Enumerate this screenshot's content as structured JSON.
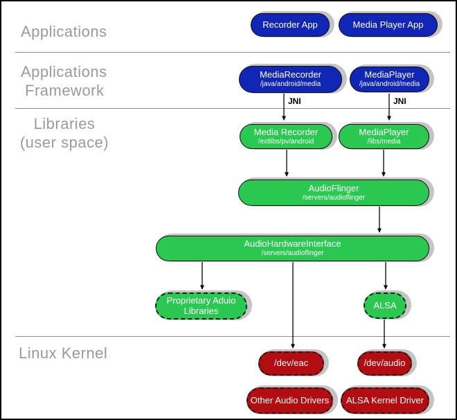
{
  "layers": {
    "applications": {
      "line1": "Applications"
    },
    "framework": {
      "line1": "Applications",
      "line2": "Framework"
    },
    "libraries": {
      "line1": "Libraries",
      "line2": "(user space)"
    },
    "kernel": {
      "line1": "Linux Kernel"
    }
  },
  "nodes": {
    "recorder_app": {
      "label": "Recorder App"
    },
    "media_player_app": {
      "label": "Media Player App"
    },
    "media_recorder_fw": {
      "label": "MediaRecorder",
      "sublabel": "/java/android/media"
    },
    "media_player_fw": {
      "label": "MediaPlayer",
      "sublabel": "/java/android/media"
    },
    "media_recorder_lib": {
      "label": "Media Recorder",
      "sublabel": "/extlibs/pv/android"
    },
    "media_player_lib": {
      "label": "MediaPlayer",
      "sublabel": "/libs/media"
    },
    "audio_flinger": {
      "label": "AudioFlinger",
      "sublabel": "/servers/audioflinger"
    },
    "audio_hardware_interface": {
      "label": "AudioHardwareInterface",
      "sublabel": "/servers/audioflinger"
    },
    "proprietary_audio_libraries": {
      "label": "Proprietary Aduio Libraries"
    },
    "alsa": {
      "label": "ALSA"
    },
    "dev_eac": {
      "label": "/dev/eac"
    },
    "dev_audio": {
      "label": "/dev/audio"
    },
    "other_audio_drivers": {
      "label": "Other Audio Drivers"
    },
    "alsa_kernel_driver": {
      "label": "ALSA Kernel Driver"
    }
  },
  "edge_labels": {
    "jni_recorder": "JNI",
    "jni_player": "JNI"
  },
  "colors": {
    "application_blue": "#1126b5",
    "library_green": "#2cc952",
    "kernel_red": "#b20d10",
    "layer_label_gray": "#9a9a9a",
    "shadow_gray": "#c4c4c4"
  }
}
